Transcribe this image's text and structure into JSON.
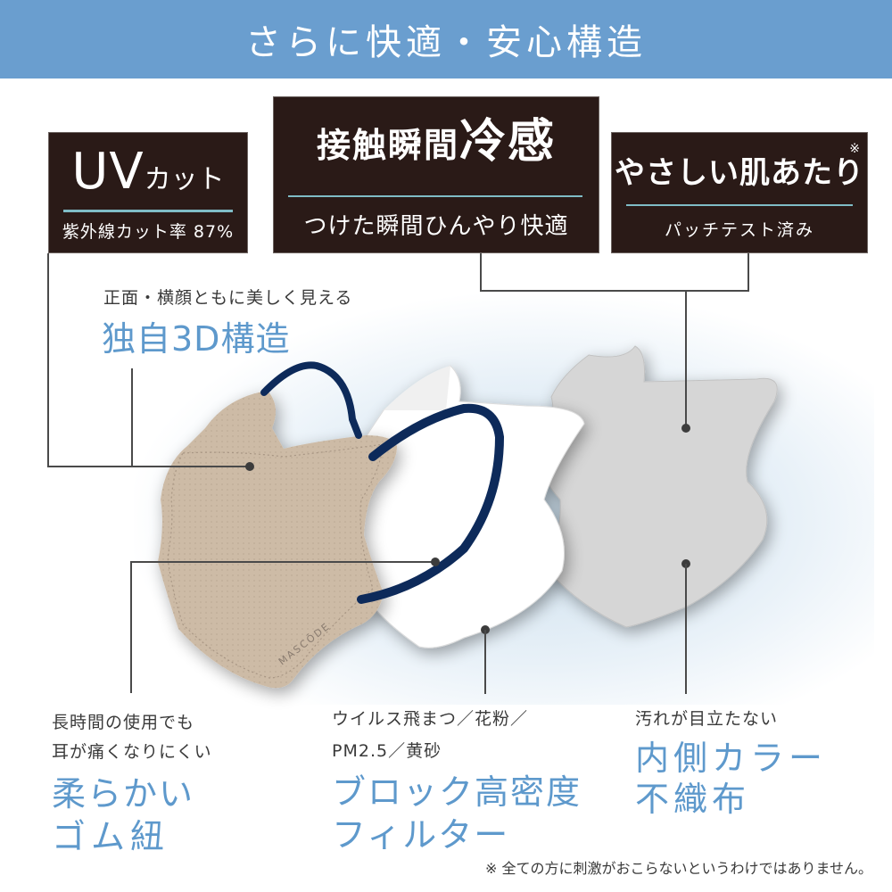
{
  "header": {
    "title": "さらに快適・安心構造",
    "background_color": "#6a9ecf"
  },
  "feature_boxes": {
    "uv": {
      "title_main": "UV",
      "title_suffix": "カット",
      "subtitle": "紫外線カット率 87%"
    },
    "cool": {
      "title_main": "接触瞬間",
      "title_emphasis": "冷感",
      "subtitle": "つけた瞬間ひんやり快適"
    },
    "skin": {
      "title": "やさしい肌あたり",
      "note_mark": "※",
      "subtitle": "パッチテスト済み"
    },
    "box_color": "#2a1a17",
    "divider_color": "#7fbcc6"
  },
  "callouts": {
    "structure": {
      "caption": "正面・横顔ともに美しく見える",
      "headline": "独自3D構造"
    },
    "earloop": {
      "caption_lines": [
        "長時間の使用でも",
        "耳が痛くなりにくい"
      ],
      "headline_lines": [
        "柔らかい",
        "ゴム紐"
      ]
    },
    "filter": {
      "caption_lines": [
        "ウイルス飛まつ／花粉／",
        "PM2.5／黄砂"
      ],
      "headline_lines": [
        "ブロック高密度",
        "フィルター"
      ]
    },
    "inner": {
      "caption": "汚れが目立たない",
      "headline_lines": [
        "内側カラー",
        "不織布"
      ]
    },
    "accent_color": "#5e99cc"
  },
  "illustration": {
    "brand_print": "MASCŌDE",
    "outer_color": "#cdbba6",
    "strap_color": "#0d2a5a",
    "filter_color": "#ffffff",
    "inner_color": "#d6d6d6"
  },
  "footnote": "※ 全ての方に刺激がおこらないというわけではありません。"
}
